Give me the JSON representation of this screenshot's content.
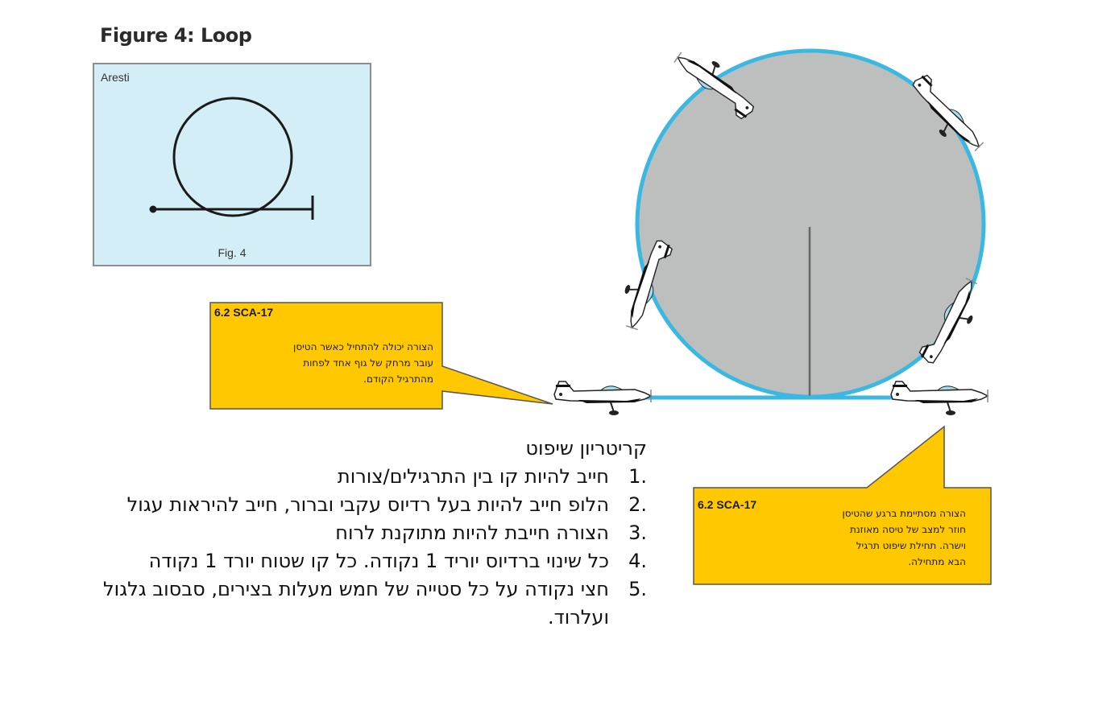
{
  "figure_title": "Figure 4: Loop",
  "aresti": {
    "label": "Aresti",
    "caption": "Fig. 4"
  },
  "callout_start": {
    "heading": "6.2 SCA-17",
    "lines": [
      "הצורה יכולה להתחיל כאשר הטיסן",
      "עובר מרחק של גוף אחד לפחות",
      "מהתרגיל הקודם."
    ]
  },
  "callout_end": {
    "heading": "6.2 SCA-17",
    "lines": [
      "הצורה מסתיימת ברגע שהטיסן",
      "חוזר למצב של טיסה מאוזנת",
      "וישרה. תחילת שיפוט תרגיל",
      "הבא מתחילה."
    ]
  },
  "criteria": {
    "heading": "קריטריון שיפוט",
    "items": [
      {
        "num": "1.",
        "text": "חייב להיות קו בין התרגילים/צורות"
      },
      {
        "num": "2.",
        "text": "הלופ חייב להיות בעל רדיוס עקבי וברור, חייב להיראות עגול"
      },
      {
        "num": "3.",
        "text": "הצורה חייבת להיות מתוקנת לרוח"
      },
      {
        "num": "4.",
        "text": "כל שינוי ברדיוס יוריד 1 נקודה. כל קו שטוח יורד 1 נקודה"
      },
      {
        "num": "5.",
        "text": "חצי נקודה על כל סטייה של חמש מעלות בצירים, סבסוב גלגול ועלרוד."
      }
    ]
  },
  "colors": {
    "aresti_bg": "#d4eef7",
    "loop_fill": "#bdbfbe",
    "loop_stroke": "#3bb8e2",
    "callout_fill": "#ffc800"
  },
  "icons": [
    "airplane-icon"
  ]
}
